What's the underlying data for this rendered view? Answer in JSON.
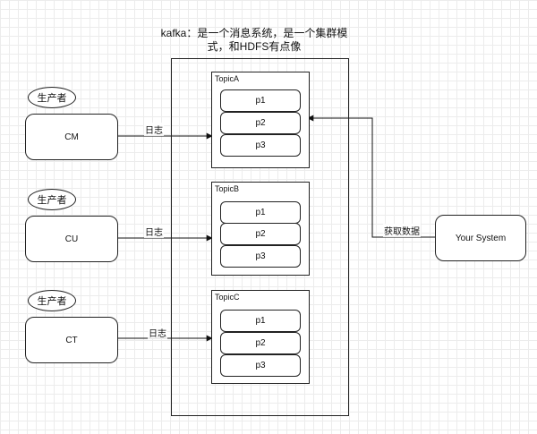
{
  "title": "kafka：是一个消息系统，是一个集群模式，和HDFS有点像",
  "topics": [
    {
      "label": "TopicA",
      "partitions": [
        "p1",
        "p2",
        "p3"
      ]
    },
    {
      "label": "TopicB",
      "partitions": [
        "p1",
        "p2",
        "p3"
      ]
    },
    {
      "label": "TopicC",
      "partitions": [
        "p1",
        "p2",
        "p3"
      ]
    }
  ],
  "producers": [
    {
      "tag": "生产者",
      "name": "CM",
      "edge_label": "日志"
    },
    {
      "tag": "生产者",
      "name": "CU",
      "edge_label": "日志"
    },
    {
      "tag": "生产者",
      "name": "CT",
      "edge_label": "日志"
    }
  ],
  "consumer": {
    "name": "Your System",
    "edge_label": "获取数据"
  }
}
